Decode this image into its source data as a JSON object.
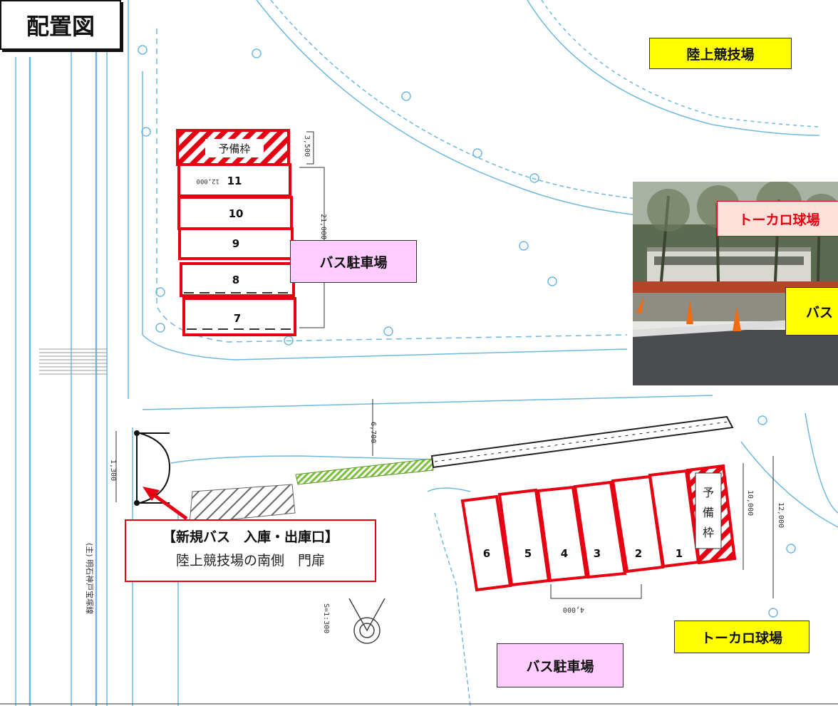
{
  "title": "配置図",
  "labels": {
    "stadium_top": "陸上競技場",
    "bus_parking_top": "バス駐車場",
    "bus_parking_bottom": "バス駐車場",
    "tokaro_bottom": "トーカロ球場"
  },
  "photo": {
    "label_ballpark": "トーカロ球場",
    "label_bus": "バス"
  },
  "entrance": {
    "title": "【新規バス　入庫・出庫口】",
    "subtitle": "陸上競技場の南側　門扉"
  },
  "upper_lot": {
    "spare": "予備枠",
    "spaces": [
      "11",
      "10",
      "9",
      "8",
      "7"
    ]
  },
  "lower_lot": {
    "spaces": [
      "6",
      "5",
      "4",
      "3",
      "2",
      "1"
    ],
    "spare_chars": [
      "予",
      "備",
      "枠"
    ]
  },
  "dimensions": {
    "d_3500": "3,500",
    "d_21000": "21,000",
    "d_12000_upper": "12,000",
    "d_6700": "6,700",
    "d_1300": "1,300",
    "d_10000": "10,000",
    "d_12000": "12,000",
    "d_4000": "4,000",
    "scale": "S=1:300",
    "road_name": "(主) 明石神戸宝塚線"
  },
  "colors": {
    "accent_red": "#e60012",
    "label_yellow": "#ffff00",
    "label_pink": "#ffccff",
    "map_line": "#6fb8e0"
  }
}
